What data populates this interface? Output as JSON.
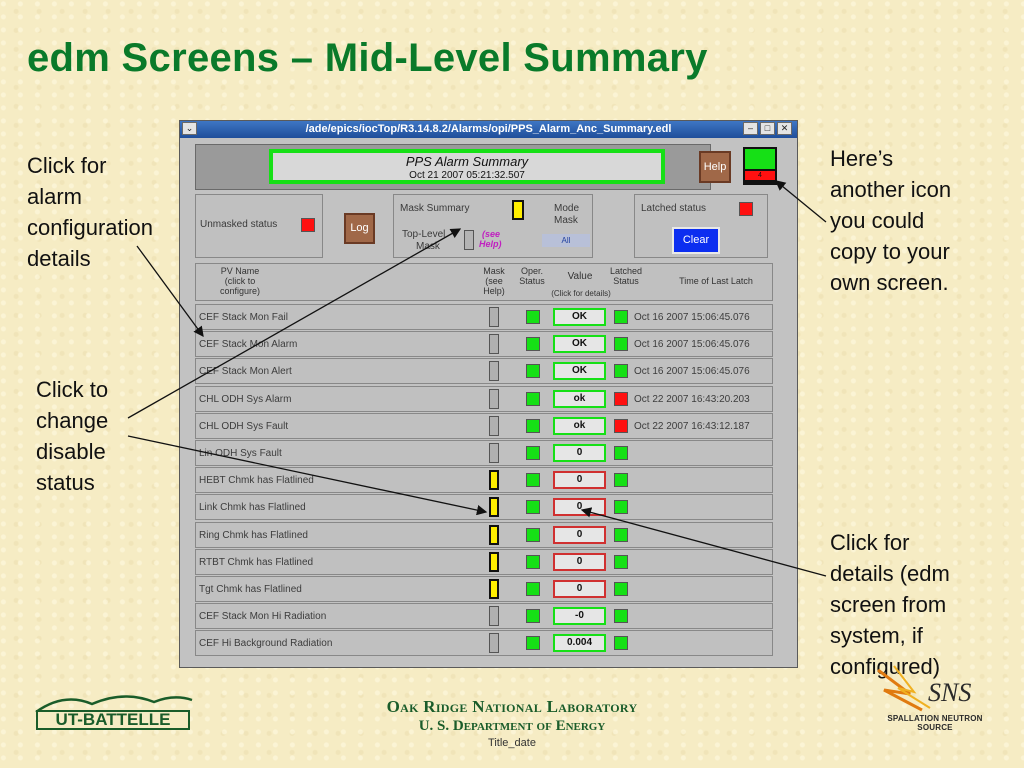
{
  "slide": {
    "title": "edm Screens – Mid-Level Summary",
    "notes": {
      "config": [
        "Click for",
        "alarm",
        "configuration",
        "details"
      ],
      "disable": [
        "Click to",
        "change",
        "disable",
        "status"
      ],
      "icon": [
        "Here’s",
        "another icon",
        "you could",
        "copy to your",
        "own screen."
      ],
      "details": [
        "Click for",
        "details (edm",
        "screen from",
        "system, if",
        "configured)"
      ]
    }
  },
  "window": {
    "title": "/ade/epics/iocTop/R3.14.8.2/Alarms/opi/PPS_Alarm_Anc_Summary.edl",
    "menu_glyph": "⌄",
    "minimize_glyph": "–",
    "maximize_glyph": "□",
    "close_glyph": "✕"
  },
  "summary": {
    "title": "PPS Alarm Summary",
    "timestamp": "Oct 21 2007 05:21:32.507",
    "help_label": "Help",
    "icon_digit": "4",
    "unmasked_label": "Unmasked status",
    "log_label": "Log",
    "mask_summary_label": "Mask Summary",
    "mode_label": "Mode",
    "mask_label": "Mask",
    "top_level_label": "Top-Level",
    "top_mask_label": "Mask",
    "see_help_1": "(see",
    "see_help_2": "Help)",
    "mode_value": "All",
    "latched_status_label": "Latched status",
    "clear_label": "Clear"
  },
  "columns": {
    "pv_name": [
      "PV Name",
      "(click to",
      "configure)"
    ],
    "mask": [
      "Mask",
      "(see",
      "Help)"
    ],
    "oper": [
      "Oper.",
      "Status"
    ],
    "value": "Value",
    "value_hint": "(Click for details)",
    "latched": [
      "Latched",
      "Status"
    ],
    "time": "Time of Last Latch"
  },
  "colors": {
    "ok": "#16e016",
    "alarm": "#ff1010",
    "masked": "#ffee00",
    "title_green": "#0a7a2a"
  },
  "rows": [
    {
      "name": "CEF Stack Mon Fail",
      "value": "OK",
      "latched_time": "Oct 16 2007 15:06:45.076",
      "masked": false,
      "latched": "ok",
      "value_state": "ok"
    },
    {
      "name": "CEF Stack Mon Alarm",
      "value": "OK",
      "latched_time": "Oct 16 2007 15:06:45.076",
      "masked": false,
      "latched": "ok",
      "value_state": "ok"
    },
    {
      "name": "CEF Stack Mon Alert",
      "value": "OK",
      "latched_time": "Oct 16 2007 15:06:45.076",
      "masked": false,
      "latched": "ok",
      "value_state": "ok"
    },
    {
      "name": "CHL ODH Sys Alarm",
      "value": "ok",
      "latched_time": "Oct 22 2007 16:43:20.203",
      "masked": false,
      "latched": "alarm",
      "value_state": "ok"
    },
    {
      "name": "CHL ODH Sys Fault",
      "value": "ok",
      "latched_time": "Oct 22 2007 16:43:12.187",
      "masked": false,
      "latched": "alarm",
      "value_state": "ok"
    },
    {
      "name": "Lin ODH Sys Fault",
      "value": "0",
      "latched_time": "",
      "masked": false,
      "latched": "ok",
      "value_state": "ok"
    },
    {
      "name": "HEBT Chmk has Flatlined",
      "value": "0",
      "latched_time": "",
      "masked": true,
      "latched": "ok",
      "value_state": "bad"
    },
    {
      "name": "Link Chmk has Flatlined",
      "value": "0",
      "latched_time": "",
      "masked": true,
      "latched": "ok",
      "value_state": "bad"
    },
    {
      "name": "Ring Chmk has Flatlined",
      "value": "0",
      "latched_time": "",
      "masked": true,
      "latched": "ok",
      "value_state": "bad"
    },
    {
      "name": "RTBT Chmk has Flatlined",
      "value": "0",
      "latched_time": "",
      "masked": true,
      "latched": "ok",
      "value_state": "bad"
    },
    {
      "name": "Tgt Chmk has Flatlined",
      "value": "0",
      "latched_time": "",
      "masked": true,
      "latched": "ok",
      "value_state": "bad"
    },
    {
      "name": "CEF Stack Mon Hi Radiation",
      "value": "-0",
      "latched_time": "",
      "masked": false,
      "latched": "ok",
      "value_state": "ok"
    },
    {
      "name": "CEF Hi Background Radiation",
      "value": "0.004",
      "latched_time": "",
      "masked": false,
      "latched": "ok",
      "value_state": "ok"
    }
  ],
  "footer": {
    "lab": "Oak Ridge National Laboratory",
    "doe": "U. S. Department of Energy",
    "date": "Title_date",
    "ut_logo": "UT-BATTELLE",
    "sns_logo": "SNS",
    "sns_sub": "SPALLATION NEUTRON SOURCE"
  }
}
